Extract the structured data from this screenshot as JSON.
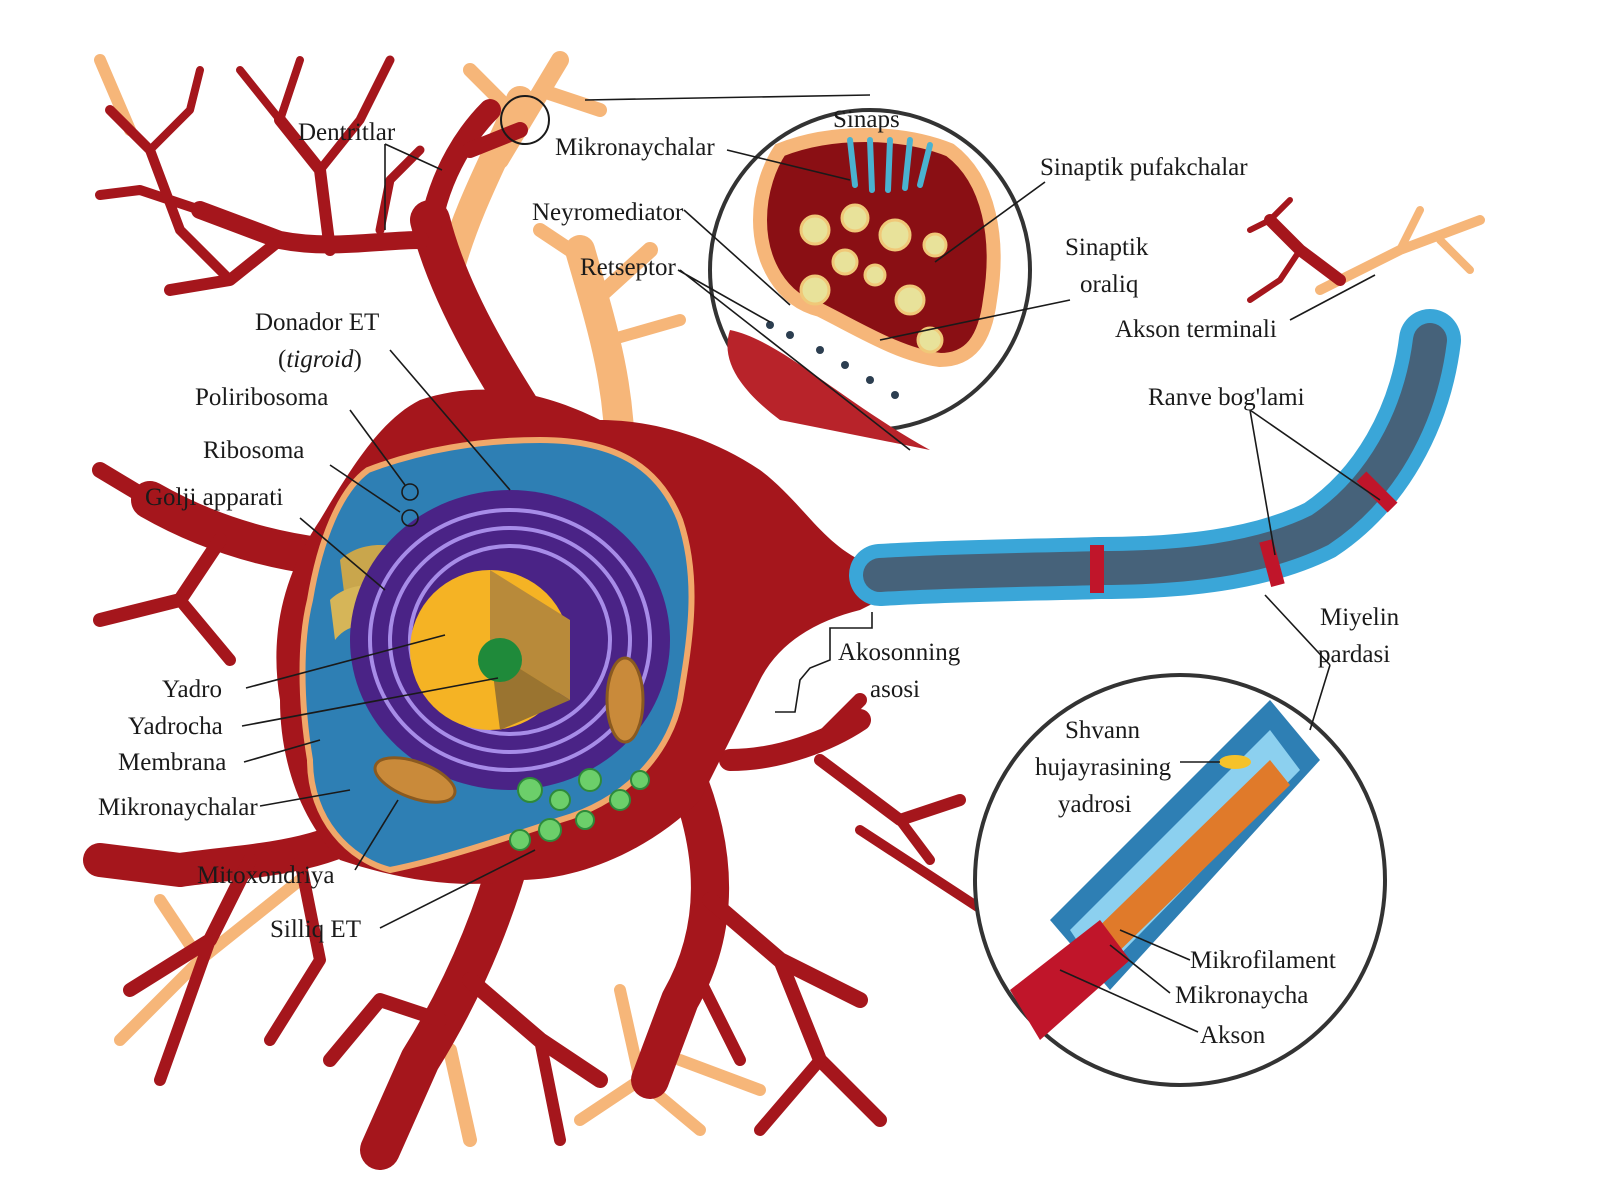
{
  "labels": {
    "dentritlar": "Dentritlar",
    "mikronaychalar_top": "Mikronaychalar",
    "sinaps": "Sinaps",
    "sinaptik_pufakchalar": "Sinaptik pufakchalar",
    "neyromediator": "Neyromediator",
    "retseptor": "Retseptor",
    "sinaptik": "Sinaptik",
    "oraliq": "oraliq",
    "akson_terminali": "Akson terminali",
    "donador_et": "Donador ET",
    "tigroid_open": "(",
    "tigroid": "tigroid",
    "tigroid_close": ")",
    "poliribosoma": "Poliribosoma",
    "ribosoma": "Ribosoma",
    "golji_apparati": "Golji apparati",
    "ranve_boglami": "Ranve bog'lami",
    "miyelin": "Miyelin",
    "pardasi": "pardasi",
    "akosonning": "Akosonning",
    "asosi": "asosi",
    "yadro": "Yadro",
    "yadrocha": "Yadrocha",
    "membrana": "Membrana",
    "mikronaychalar_left": "Mikronaychalar",
    "shvann": "Shvann",
    "hujayrasining": "hujayrasining",
    "yadrosi": "yadrosi",
    "mitoxondriya": "Mitoxondriya",
    "silliq_et": "Silliq ET",
    "mikrofilament": "Mikrofilament",
    "mikronaycha": "Mikronaycha",
    "akson": "Akson"
  },
  "colors": {
    "neuron": "#a5161c",
    "neuron_pale": "#f6b679",
    "cytoplasm": "#2e7fb4",
    "nucleus": "#f5b324",
    "nucleolus": "#1f8a3a",
    "er": "#5a2a8a",
    "myelin": "#3aa6d8",
    "axon_core": "#46627a",
    "ranvier": "#c0152a"
  }
}
